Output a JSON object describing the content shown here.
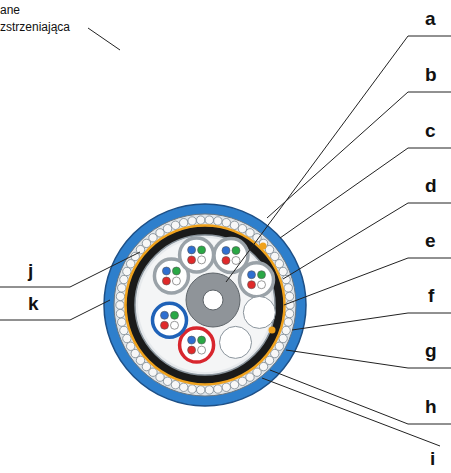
{
  "diagram": {
    "labels": [
      "ane",
      "zstrzeniająca",
      "a",
      "b",
      "c",
      "d",
      "e",
      "f",
      "g",
      "h",
      "i",
      "j",
      "k"
    ]
  }
}
